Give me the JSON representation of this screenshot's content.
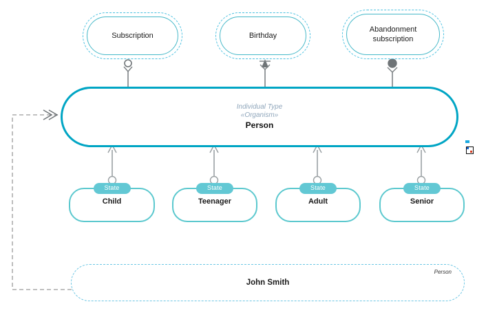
{
  "diagram": {
    "title": "Person individual type diagram",
    "colors": {
      "type_stroke": "#00A5C4",
      "event_stroke": "#45B8C8",
      "event_dashed_stroke": "#49C0E0",
      "state_stroke": "#5BC8CE",
      "state_badge_fill": "#62C8D4",
      "individual_stroke": "#6CC6E4",
      "connector_gray": "#7d8285",
      "meta_text": "#8fa6bb",
      "background": "#ffffff"
    }
  },
  "events": [
    {
      "id": "subscription",
      "label": "Subscription",
      "connector": "hollow-circle-stick"
    },
    {
      "id": "birthday",
      "label": "Birthday",
      "connector": "solid-arrow-stick"
    },
    {
      "id": "abandonment-subscription",
      "label": "Abandonment subscription",
      "line1": "Abandonment",
      "line2": "subscription",
      "connector": "filled-circle-stick"
    }
  ],
  "type_node": {
    "meta": "Individual Type",
    "stereotype": "«Organism»",
    "name": "Person"
  },
  "states": [
    {
      "id": "child",
      "badge": "State",
      "name": "Child"
    },
    {
      "id": "teenager",
      "badge": "State",
      "name": "Teenager"
    },
    {
      "id": "adult",
      "badge": "State",
      "name": "Adult"
    },
    {
      "id": "senior",
      "badge": "State",
      "name": "Senior"
    }
  ],
  "individual": {
    "name": "John Smith",
    "type_label": "Person"
  },
  "marker": {
    "name": "selection-marker"
  }
}
